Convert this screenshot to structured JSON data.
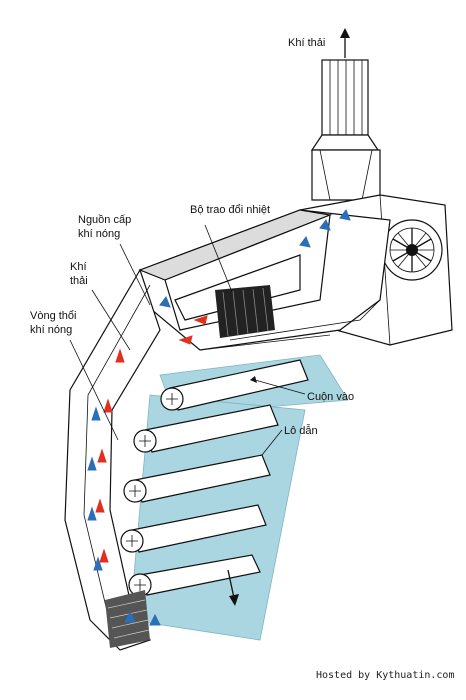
{
  "labels": {
    "exhaust_top": "Khí thải",
    "heat_exchanger": "Bộ trao đổi nhiệt",
    "hot_air_supply_line1": "Nguồn cấp",
    "hot_air_supply_line2": "khí nóng",
    "exhaust_left_line1": "Khí",
    "exhaust_left_line2": "thải",
    "hot_air_nozzle_line1": "Vòng thổi",
    "hot_air_nozzle_line2": "khí nóng",
    "web_in": "Cuộn vào",
    "guide_rolls": "Lô dẫn"
  },
  "credit": "Hosted by Kythuatin.com",
  "colors": {
    "web": "#a9d6e0",
    "hot_air_arrow": "#e03020",
    "air_flow_arrow": "#2a6fb8",
    "line": "#111111"
  },
  "icons": [
    "exhaust-arrow-icon",
    "fan-icon",
    "web-exit-arrow-icon"
  ]
}
